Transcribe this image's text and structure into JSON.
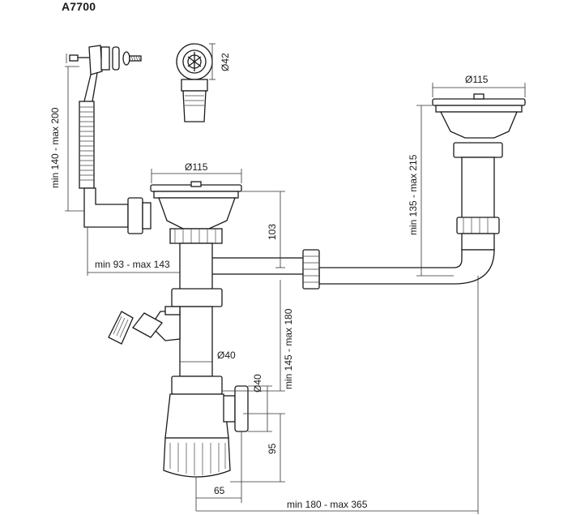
{
  "model": "A7700",
  "dimensions": {
    "overflow_height": "min 140 - max 200",
    "outlet_diameter": "Ø42",
    "left_strainer_diameter": "Ø115",
    "right_strainer_diameter": "Ø115",
    "right_bowl_height": "min 135 - max 215",
    "left_bowl_height": "103",
    "overflow_offset": "min 93 - max 143",
    "trap_height": "min 145 - max 180",
    "branch_diameter": "Ø40",
    "outlet_side_diameter": "Ø40",
    "trap_bottom": "95",
    "trap_width": "65",
    "bowl_spacing": "min 180 - max 365"
  },
  "colors": {
    "line": "#1a1a1a",
    "background": "#ffffff"
  }
}
